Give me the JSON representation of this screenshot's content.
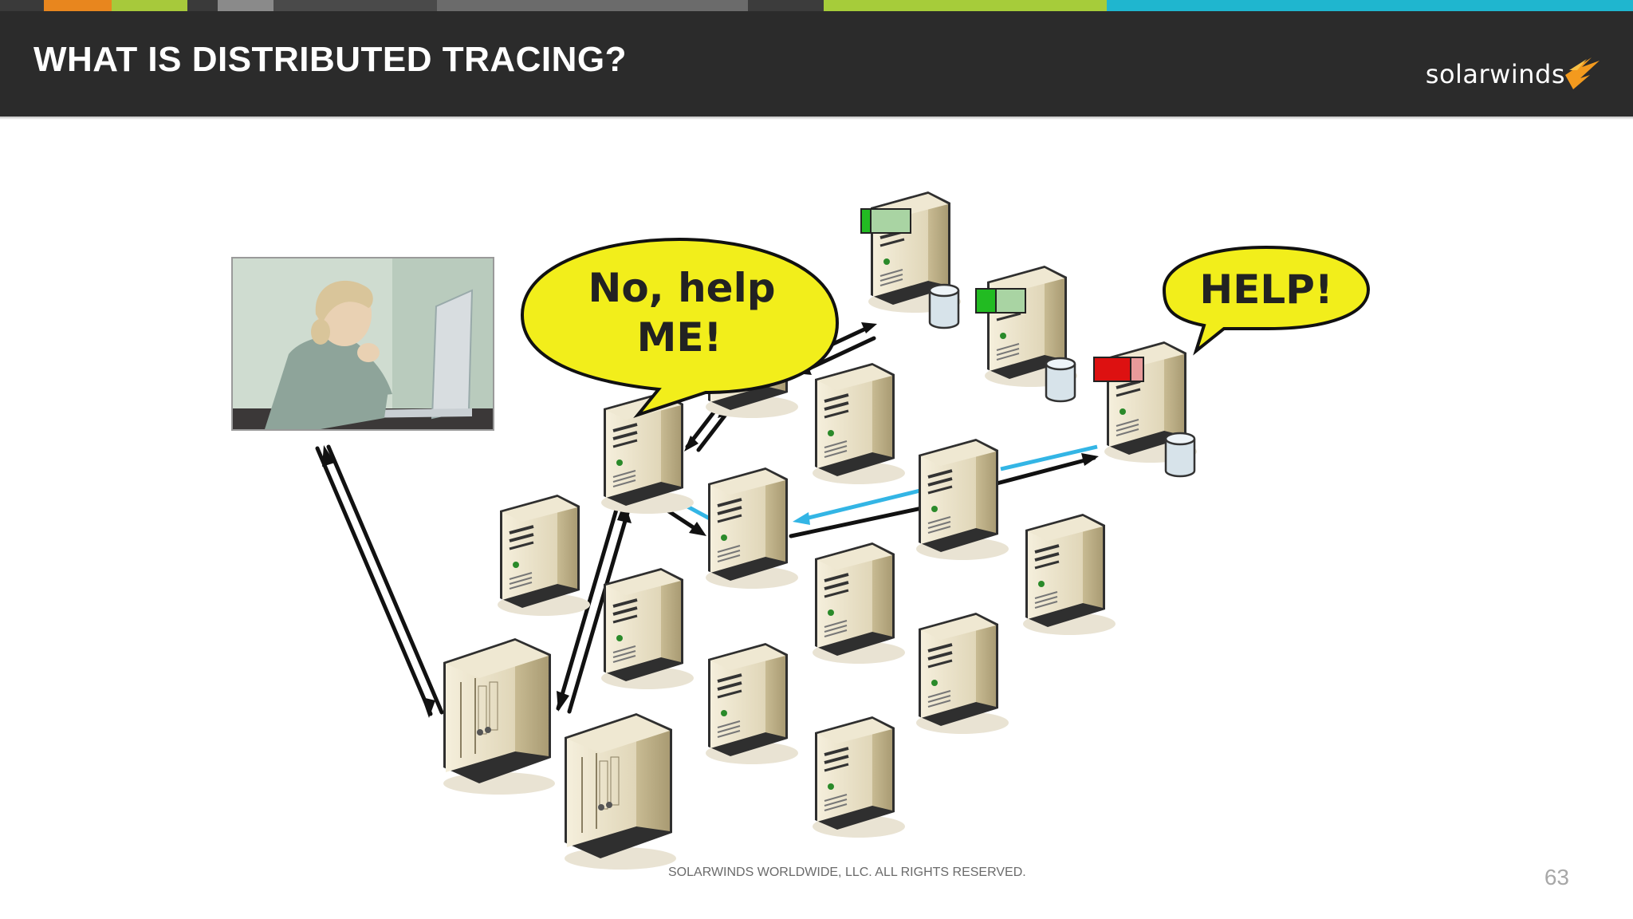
{
  "slide": {
    "title": "WHAT IS DISTRIBUTED TRACING?",
    "brand": "solarwinds",
    "footer": "SOLARWINDS WORLDWIDE, LLC. ALL RIGHTS RESERVED.",
    "page_number": "63"
  },
  "bubbles": {
    "left_line1": "No, help",
    "left_line2": "ME!",
    "right": "HELP!"
  },
  "colors": {
    "header_bg": "#2b2b2b",
    "bubble_yellow": "#f2ee1b",
    "trace_blue": "#33b5e5",
    "status_green": "#22bb22",
    "status_red": "#dd1111",
    "brand_orange": "#f39a1e"
  },
  "stripe_colors": [
    "#e8861e",
    "#a7c93b",
    "#3a3a3a",
    "#8a8a8a",
    "#4a4a4a",
    "#6b6b6b",
    "#3c3c3c",
    "#a6cc3a",
    "#1fb6cf"
  ]
}
